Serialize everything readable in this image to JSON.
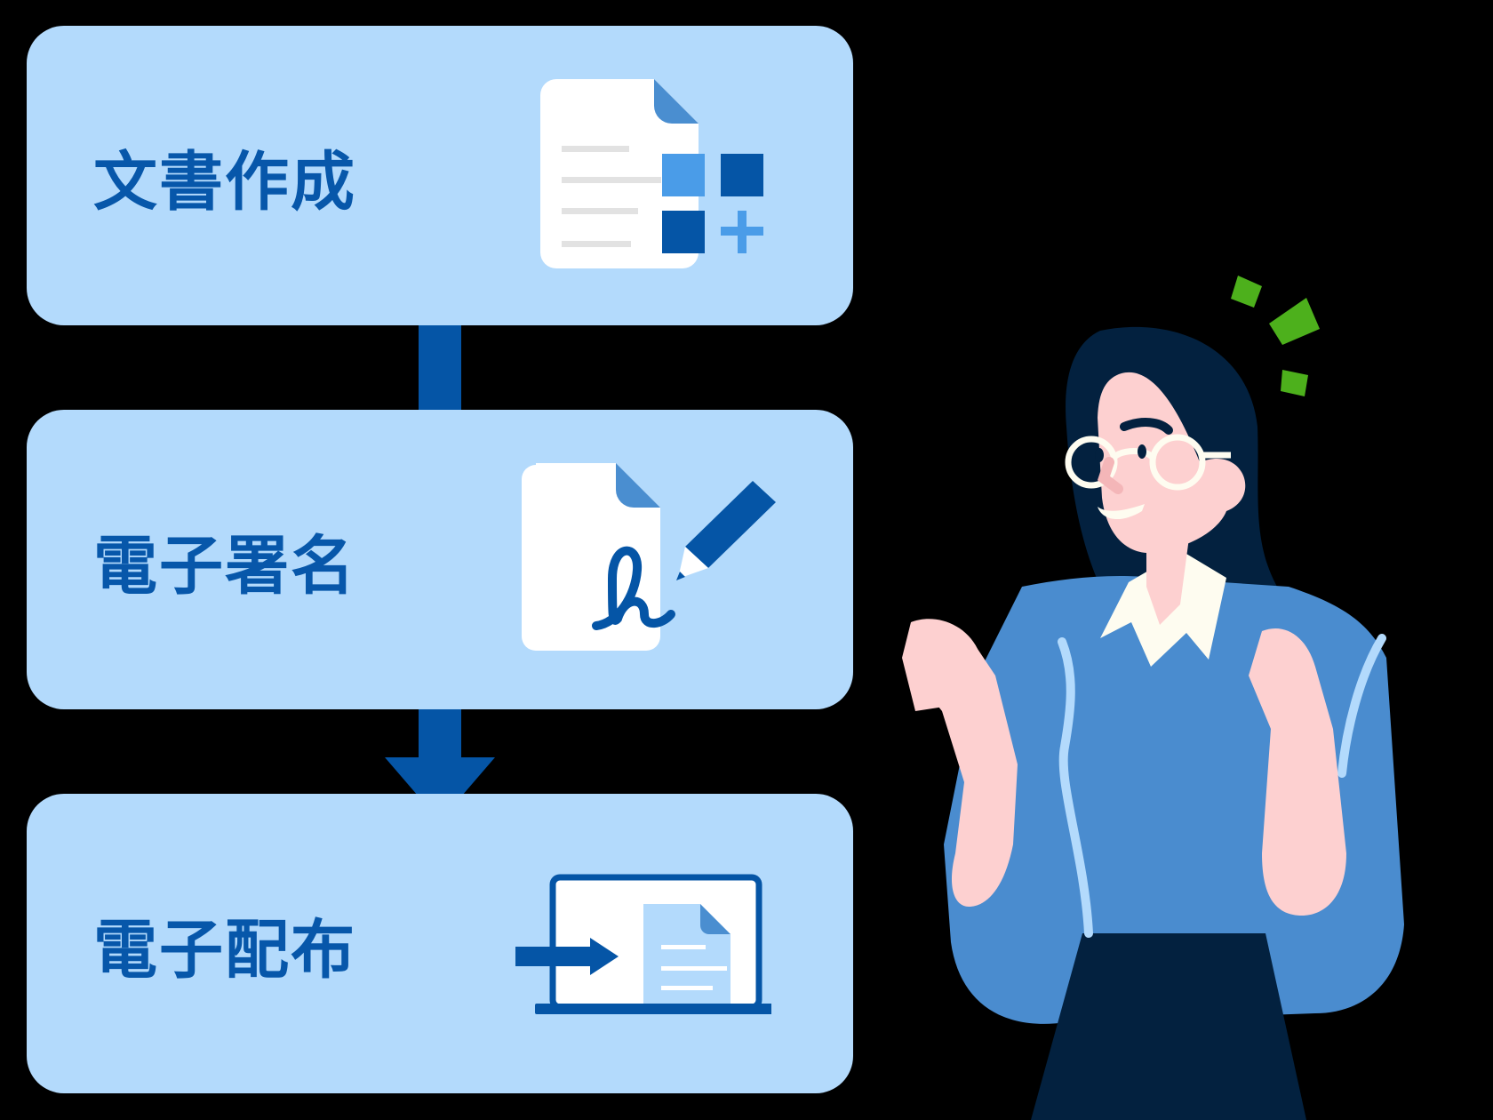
{
  "steps": [
    {
      "label": "文書作成",
      "icon": "document-create-icon"
    },
    {
      "label": "電子署名",
      "icon": "document-sign-icon"
    },
    {
      "label": "電子配布",
      "icon": "laptop-distribute-icon"
    }
  ],
  "connectors": [
    "line-connector",
    "arrow-down-connector"
  ],
  "illustration": {
    "subject": "woman-cheering-illustration",
    "accents": "green-sparkle-marks"
  },
  "colors": {
    "background": "#000000",
    "box": "#b3dafc",
    "text": "#0757aa",
    "dark_blue": "#0555a6",
    "mid_blue": "#4a8ed0",
    "light_blue": "#4a9ce8",
    "hair": "#03213f",
    "skin": "#fdd0d0",
    "shirt": "#4a8ccf",
    "collar": "#fefcf0",
    "green": "#4db01c"
  }
}
